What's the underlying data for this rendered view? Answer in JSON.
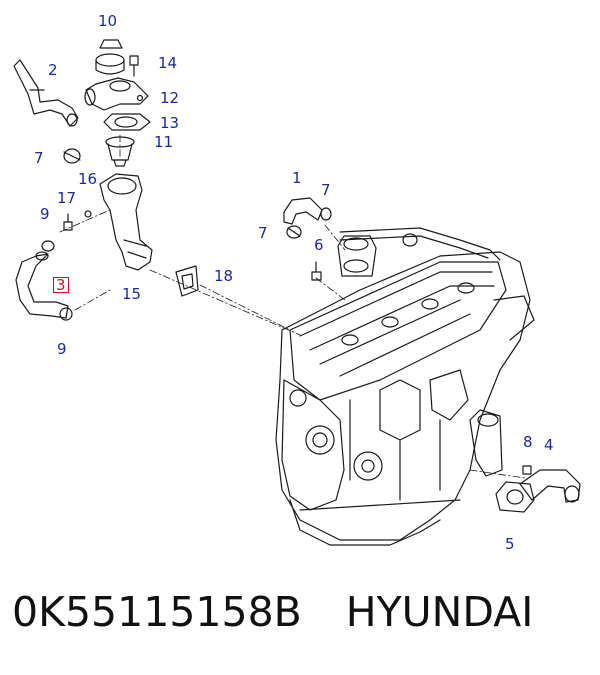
{
  "callouts": {
    "c1": "1",
    "c2": "2",
    "c3": "3",
    "c4": "4",
    "c5": "5",
    "c6": "6",
    "c7a": "7",
    "c7b": "7",
    "c8": "8",
    "c9a": "9",
    "c9b": "9",
    "c10": "10",
    "c11": "11",
    "c12": "12",
    "c13": "13",
    "c14": "14",
    "c15": "15",
    "c16": "16",
    "c17": "17",
    "c18": "18"
  },
  "caption": {
    "part_number": "0K55115158B",
    "brand": "HYUNDAI"
  },
  "colors": {
    "callout_text": "#1a2a9a",
    "highlight_box": "#d0102a",
    "line_art": "#1a1a1a"
  }
}
